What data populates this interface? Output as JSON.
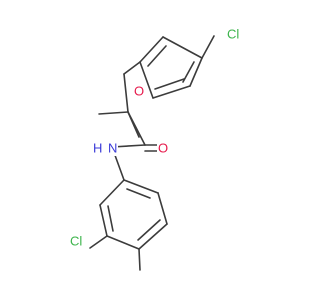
{
  "molecule": {
    "atoms": {
      "cl_top": {
        "label": "Cl",
        "color": "#3cb44b"
      },
      "o_ether": {
        "label": "O",
        "color": "#e6194b"
      },
      "o_carbonyl": {
        "label": "O",
        "color": "#e6194b"
      },
      "n_amide": {
        "label": "N",
        "color": "#3a3ad8"
      },
      "h_amide": {
        "label": "H",
        "color": "#3a3ad8"
      },
      "cl_bottom": {
        "label": "Cl",
        "color": "#3cb44b"
      }
    },
    "bond_color": "#3c3c3c"
  }
}
